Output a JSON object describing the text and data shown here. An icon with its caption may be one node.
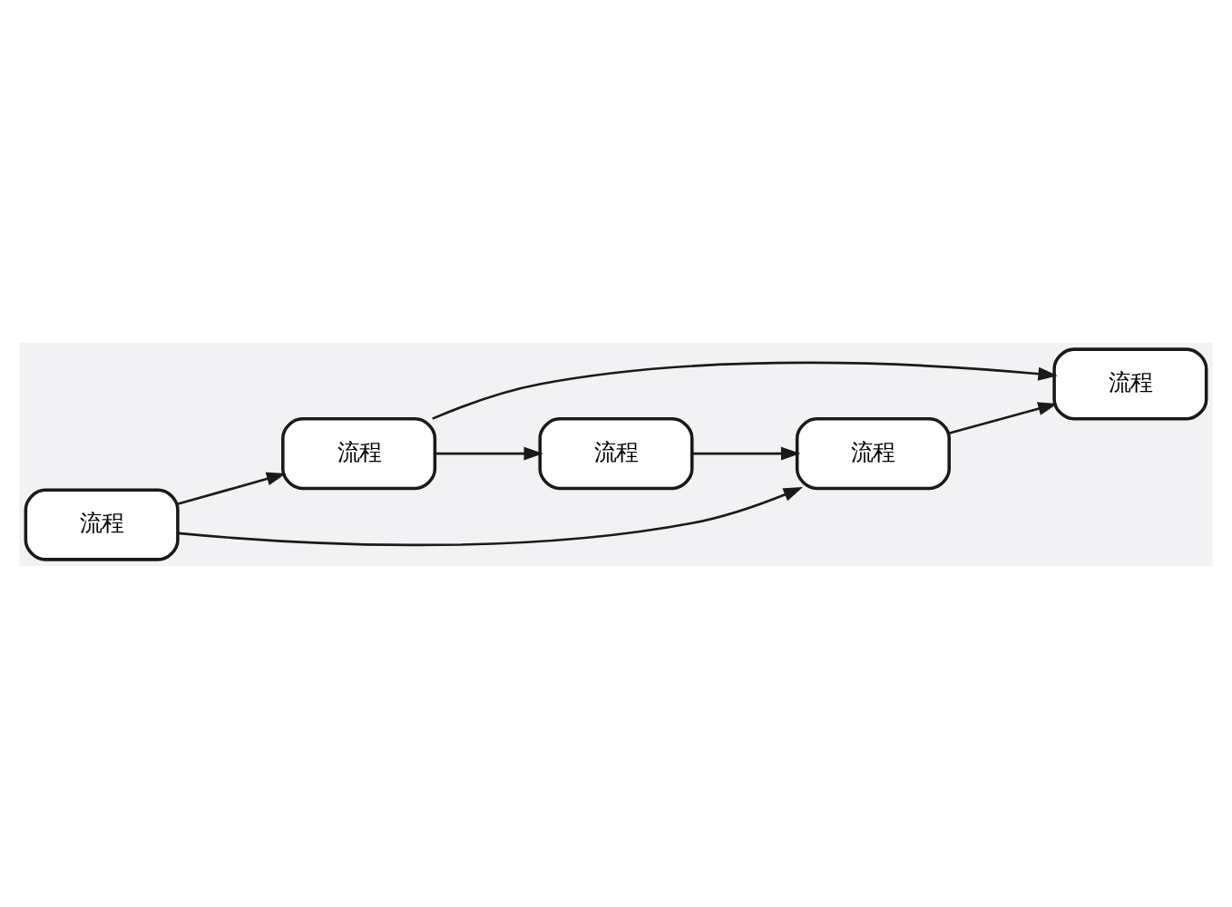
{
  "diagram": {
    "nodes": [
      {
        "text": [
          "流程"
        ]
      },
      {
        "text": [
          "流程"
        ]
      },
      {
        "text": [
          "流程"
        ]
      },
      {
        "text": [
          "流程"
        ]
      },
      {
        "text": [
          "流程"
        ]
      }
    ],
    "edges": [
      {
        "from": 2,
        "to": 1,
        "arrow": "to"
      },
      {
        "from": 1,
        "to": 0,
        "arrow": "to"
      },
      {
        "from": 2,
        "to": 3,
        "arrow": "to"
      },
      {
        "from": 1,
        "to": 4,
        "arrow": "to"
      },
      {
        "from": 4,
        "to": 3,
        "arrow": "to"
      },
      {
        "from": 3,
        "to": 0,
        "arrow": "to"
      }
    ]
  }
}
